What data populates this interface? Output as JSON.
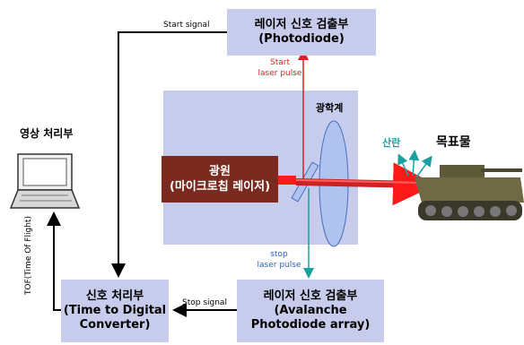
{
  "detector_top": {
    "title": "레이저 신호 검출부",
    "subtitle": "(Photodiode)"
  },
  "detector_bottom": {
    "line1": "레이저 신호 검출부",
    "line2": "(Avalanche",
    "line3": "Photodiode array)"
  },
  "tdc": {
    "line1": "신호 처리부",
    "line2": "(Time to Digital",
    "line3": "Converter)"
  },
  "source": {
    "line1": "광원",
    "line2": "(마이크로칩 레이저)"
  },
  "image_processing": "영상 처리부",
  "optics_label": "광학계",
  "scatter_label": "산란",
  "target_label": "목표물",
  "start_signal": "Start signal",
  "stop_signal": "Stop signal",
  "start_pulse": {
    "line1": "Start",
    "line2": "laser pulse"
  },
  "stop_pulse": {
    "line1": "stop",
    "line2": "laser pulse"
  },
  "tof_label": "TOF(Time Of Flight)",
  "colors": {
    "box": "#c8ccec",
    "source": "#7a2a1e",
    "beam": "#e02020",
    "start_text": "#e02020",
    "stop_text": "#2f63c8",
    "scatter": "#1aa0a0",
    "lens": "#aec3ee",
    "tank": "#6f6a45"
  }
}
